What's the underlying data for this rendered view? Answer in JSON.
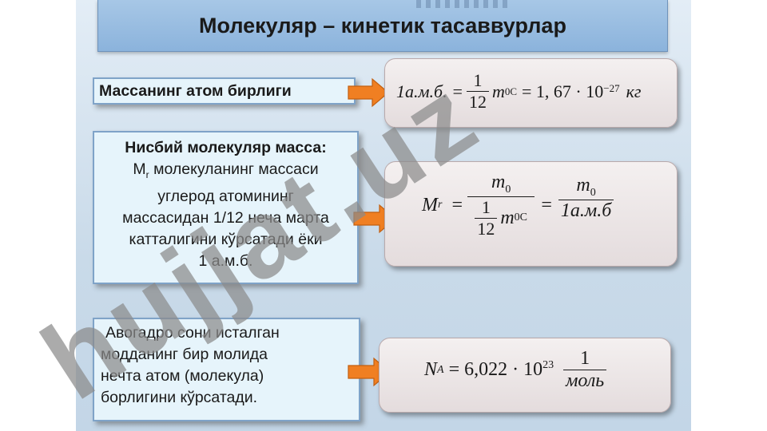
{
  "title": "Молекуляр – кинетик тасаввурлар",
  "box1": {
    "text": "Массанинг атом бирлиги"
  },
  "box2": {
    "heading": "Нисбий молекуляр масса:",
    "symbol": "M",
    "symbol_sub": "r",
    "lines": [
      "молекуланинг массаси",
      "углерод атомининг",
      "массасидан 1/12 неча марта",
      "катталигини кўрсатади ёки",
      "1 а.м.б."
    ]
  },
  "box3": {
    "lines": [
      "Авогадро сони исталган",
      "модданинг бир молида",
      "нечта атом (молекула)",
      "борлигини кўрсатади."
    ]
  },
  "formula1": {
    "lhs": "1а.м.б. =",
    "frac_num": "1",
    "frac_den": "12",
    "m": "m",
    "m_sub": "0C",
    "eq": "= 1, 67 · 10",
    "exp": "−27",
    "unit": "кг"
  },
  "formula2": {
    "lhs": "M",
    "lhs_sub": "r",
    "eq1": "=",
    "num1": "m",
    "num1_sub": "0",
    "inner_num": "1",
    "inner_den": "12",
    "den_m": "m",
    "den_m_sub": "0C",
    "eq2": "=",
    "num2": "m",
    "num2_sub": "0",
    "den2": "1а.м.б"
  },
  "formula3": {
    "lhs": "N",
    "lhs_sub": "A",
    "eq": "= 6,022 · 10",
    "exp": "23",
    "num": "1",
    "den": "моль"
  },
  "watermark": {
    "text": "hujjat.uz"
  },
  "colors": {
    "arrow": "#f07f22",
    "box_border": "#7fa3c8",
    "title_bar": "#8bb3dc",
    "watermark": "#8a8a8a"
  }
}
